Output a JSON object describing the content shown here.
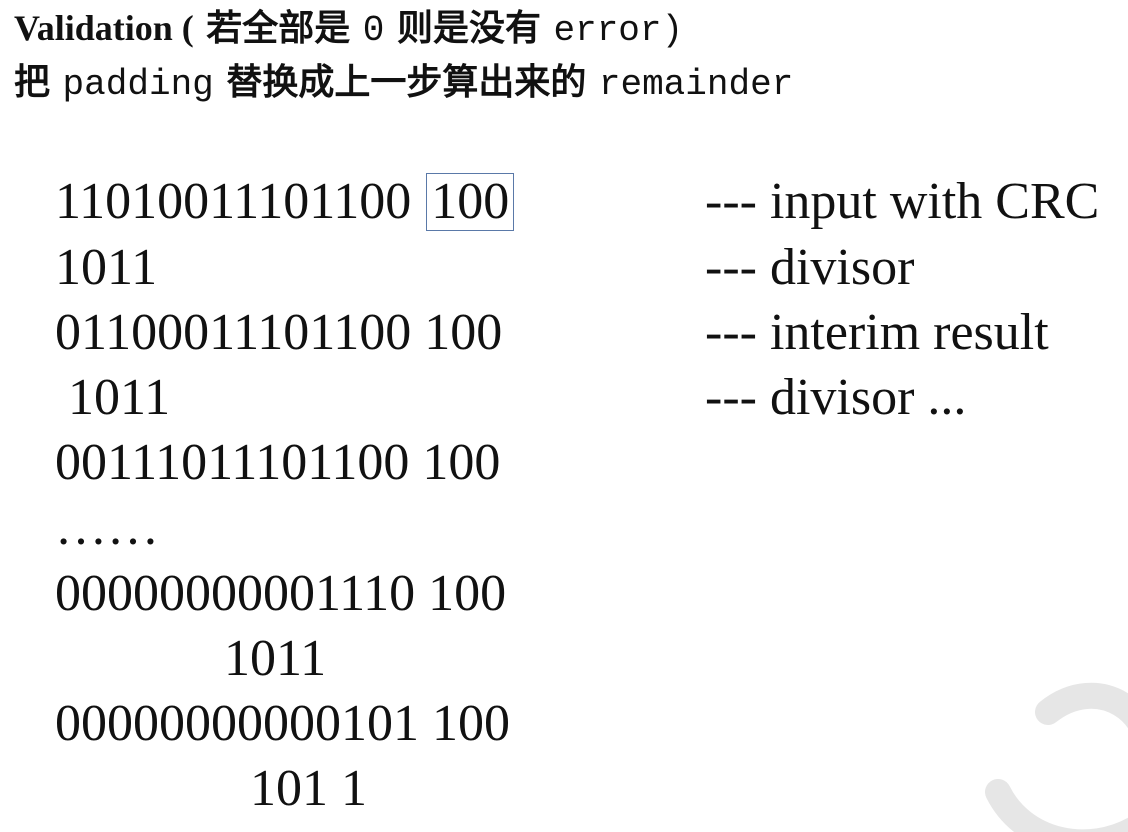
{
  "header": {
    "line1": {
      "bold_prefix": "Validation (",
      "cjk_part": " 若全部是 ",
      "mono_zero": "0",
      "cjk_part2": " 则是没有 ",
      "mono_error": "error",
      "suffix": ")"
    },
    "line2": {
      "cjk_part": "把 ",
      "mono_padding": "padding",
      "cjk_part2": " 替换成上一步算出来的 ",
      "mono_remainder": "remainder"
    }
  },
  "calculation": {
    "rows": [
      {
        "main": "11010011101100",
        "trail": "100",
        "boxed": true
      },
      {
        "main": "1011",
        "trail": ""
      },
      {
        "main": "01100011101100 100",
        "trail": ""
      },
      {
        "main": " 1011",
        "trail": ""
      },
      {
        "main": "00111011101100 100",
        "trail": ""
      },
      {
        "main": "……",
        "trail": ""
      },
      {
        "main": "00000000001110 100",
        "trail": ""
      },
      {
        "main": "             1011",
        "trail": ""
      },
      {
        "main": "00000000000101 100",
        "trail": ""
      },
      {
        "main": "               101 1",
        "trail": ""
      }
    ]
  },
  "notes": [
    "--- input with CRC",
    "--- divisor",
    "--- interim result",
    "--- divisor ..."
  ],
  "colors": {
    "text": "#111111",
    "box_border": "#5a79a8",
    "watermark": "#e6e6e6"
  }
}
